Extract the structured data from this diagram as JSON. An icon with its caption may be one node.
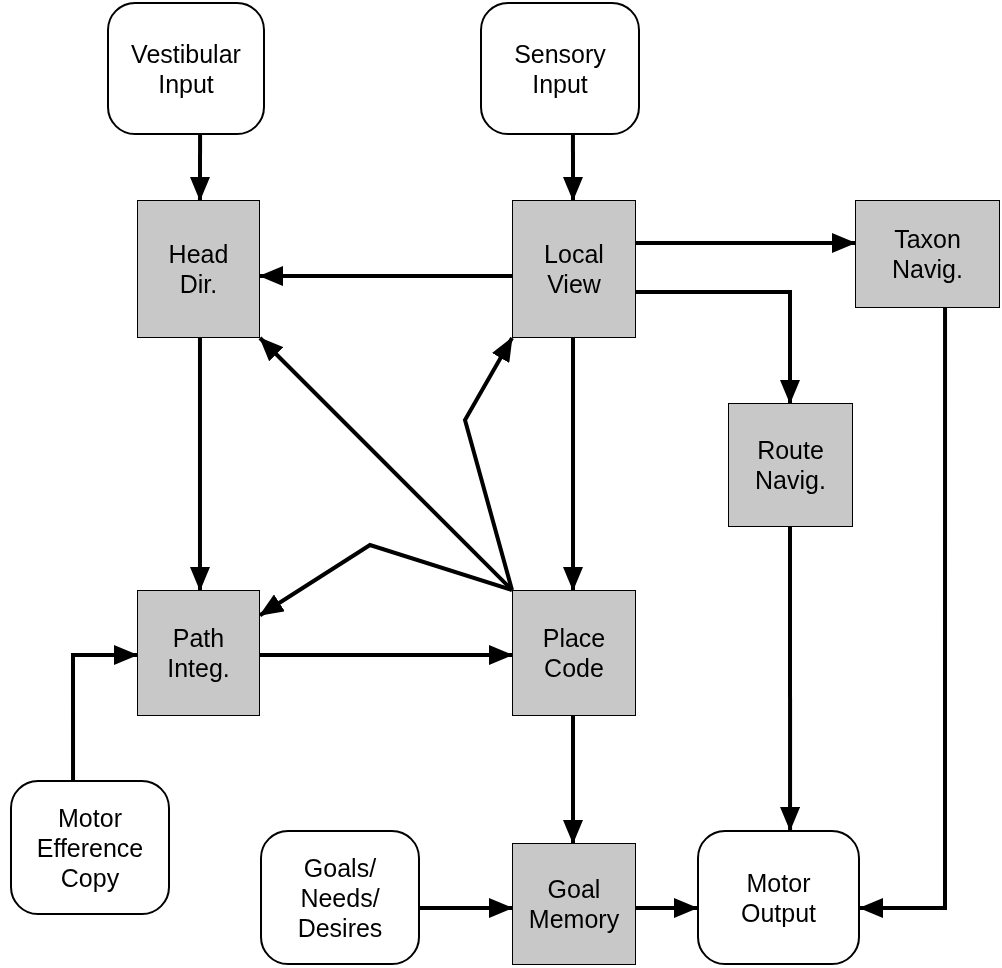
{
  "diagram": {
    "nodes": [
      {
        "text": [
          "Vestibular Input"
        ]
      },
      {
        "text": [
          "Sensory Input"
        ]
      },
      {
        "text": [
          "Head Dir."
        ]
      },
      {
        "text": [
          "Local View"
        ]
      },
      {
        "text": [
          "Taxon Navig."
        ]
      },
      {
        "text": [
          "Route Navig."
        ]
      },
      {
        "text": [
          "Path Integ."
        ]
      },
      {
        "text": [
          "Place Code"
        ]
      },
      {
        "text": [
          "Motor Efference Copy"
        ]
      },
      {
        "text": [
          "Goals/ Needs/ Desires"
        ]
      },
      {
        "text": [
          "Goal Memory"
        ]
      },
      {
        "text": [
          "Motor Output"
        ]
      }
    ],
    "edges": [
      {
        "from": 0,
        "to": 2,
        "arrow": "to"
      },
      {
        "from": 1,
        "to": 3,
        "arrow": "to"
      },
      {
        "from": 3,
        "to": 2,
        "arrow": "to"
      },
      {
        "from": 3,
        "to": 4,
        "arrow": "to"
      },
      {
        "from": 3,
        "to": 5,
        "arrow": "to"
      },
      {
        "from": 2,
        "to": 6,
        "arrow": "to"
      },
      {
        "from": 3,
        "to": 7,
        "arrow": "to"
      },
      {
        "from": 7,
        "to": 2,
        "arrow": "to"
      },
      {
        "from": 7,
        "to": 3,
        "arrow": "to"
      },
      {
        "from": 7,
        "to": 6,
        "arrow": "to"
      },
      {
        "from": 6,
        "to": 7,
        "arrow": "to"
      },
      {
        "from": 8,
        "to": 6,
        "arrow": "to"
      },
      {
        "from": 7,
        "to": 10,
        "arrow": "to"
      },
      {
        "from": 9,
        "to": 10,
        "arrow": "to"
      },
      {
        "from": 10,
        "to": 11,
        "arrow": "to"
      },
      {
        "from": 5,
        "to": 11,
        "arrow": "to"
      },
      {
        "from": 4,
        "to": 11,
        "arrow": "to"
      }
    ]
  }
}
